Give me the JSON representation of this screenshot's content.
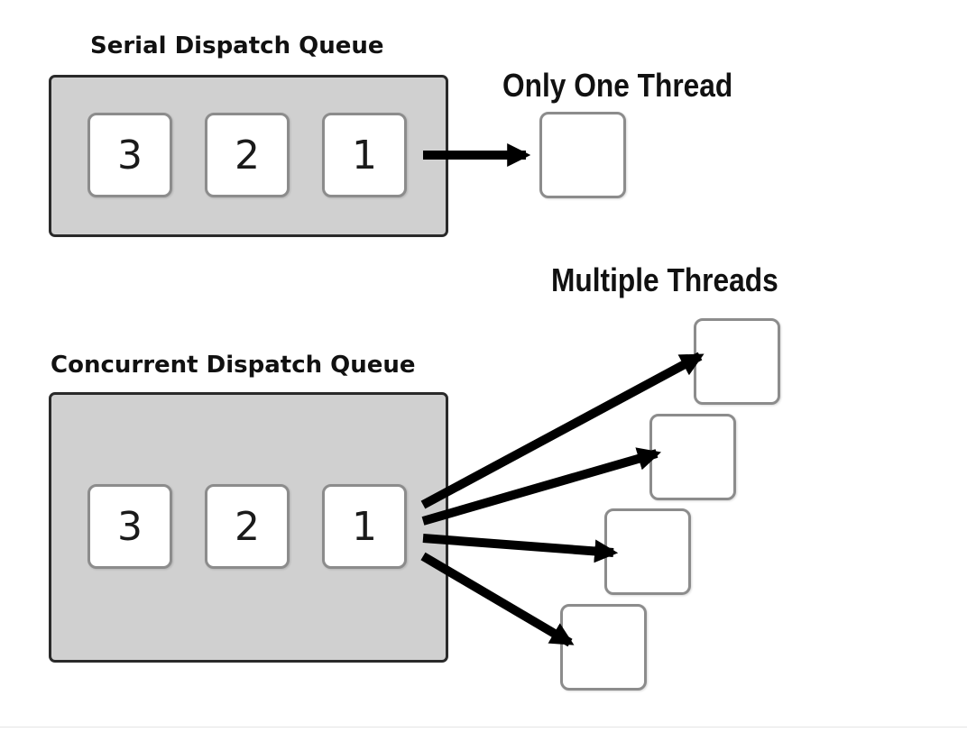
{
  "serial": {
    "title": "Serial Dispatch Queue",
    "tasks": [
      "3",
      "2",
      "1"
    ],
    "thread_label": "Only One Thread"
  },
  "concurrent": {
    "title": "Concurrent Dispatch Queue",
    "tasks": [
      "3",
      "2",
      "1"
    ],
    "thread_label": "Multiple Threads"
  },
  "colors": {
    "queue_fill": "#d0d0d0",
    "queue_border": "#2a2a2a",
    "block_border": "#8c8c8c",
    "arrow": "#000000"
  }
}
